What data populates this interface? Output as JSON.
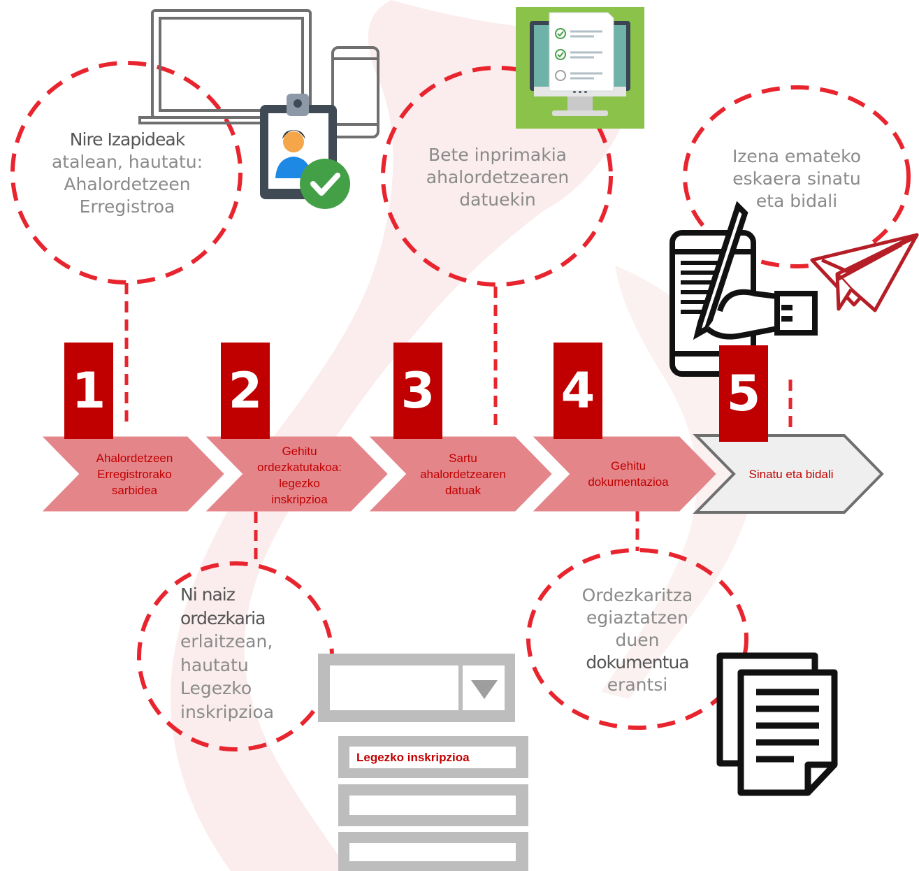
{
  "colors": {
    "accent": "#c00000",
    "bubble_border": "#e8252e",
    "chevron_fill": "#e4858a",
    "chevron_last_fill": "#efefef",
    "muted_text": "#8a8a8a"
  },
  "steps": [
    {
      "number": "1",
      "label_lines": [
        "Ahalordetzeen",
        "Erregistrorako",
        "sarbidea"
      ]
    },
    {
      "number": "2",
      "label_lines": [
        "Gehitu",
        "ordezkatutakoa:",
        "legezko",
        "inskripzioa"
      ]
    },
    {
      "number": "3",
      "label_lines": [
        "Sartu",
        "ahalordetzearen",
        "datuak"
      ]
    },
    {
      "number": "4",
      "label_lines": [
        "Gehitu",
        "dokumentazioa"
      ]
    },
    {
      "number": "5",
      "label_lines": [
        "Sinatu eta bidali"
      ]
    }
  ],
  "bubbles": {
    "step1": {
      "strong": "Nire Izapideak",
      "lines": [
        "atalean, hautatu:",
        "Ahalordetzeen",
        "Erregistroa"
      ]
    },
    "step2": {
      "strong_lines": [
        "Ni naiz",
        "ordezkaria"
      ],
      "lines": [
        "erlaitzean,",
        "hautatu",
        "Legezko",
        "inskripzioa"
      ]
    },
    "step3": {
      "lines": [
        "Bete inprimakia",
        "ahalordetzearen",
        "datuekin"
      ]
    },
    "step4": {
      "lines_before": [
        "Ordezkaritza",
        "egiaztatzen",
        "duen"
      ],
      "strong": "dokumentua",
      "lines_after": [
        "erantsi"
      ]
    },
    "step5": {
      "lines": [
        "Izena emateko",
        "eskaera sinatu",
        "eta bidali"
      ]
    }
  },
  "dropdown": {
    "selected_option": "Legezko inskripzioa",
    "caret_icon": "chevron-down-icon"
  },
  "icons": [
    "laptop-phone-icon",
    "id-badge-check-icon",
    "form-checklist-icon",
    "signing-tablet-icon",
    "paper-plane-icon",
    "documents-icon"
  ]
}
